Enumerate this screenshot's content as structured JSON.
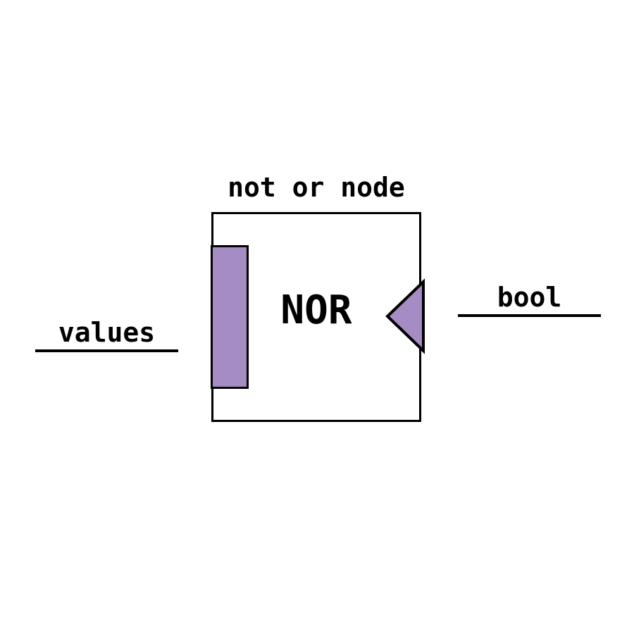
{
  "node": {
    "title": "not or node",
    "label": "NOR"
  },
  "ports": {
    "input": {
      "label": "values"
    },
    "output": {
      "label": "bool"
    }
  },
  "colors": {
    "port_fill": "#a58cc4",
    "outline": "#000000",
    "background": "#ffffff",
    "text": "#000000"
  }
}
